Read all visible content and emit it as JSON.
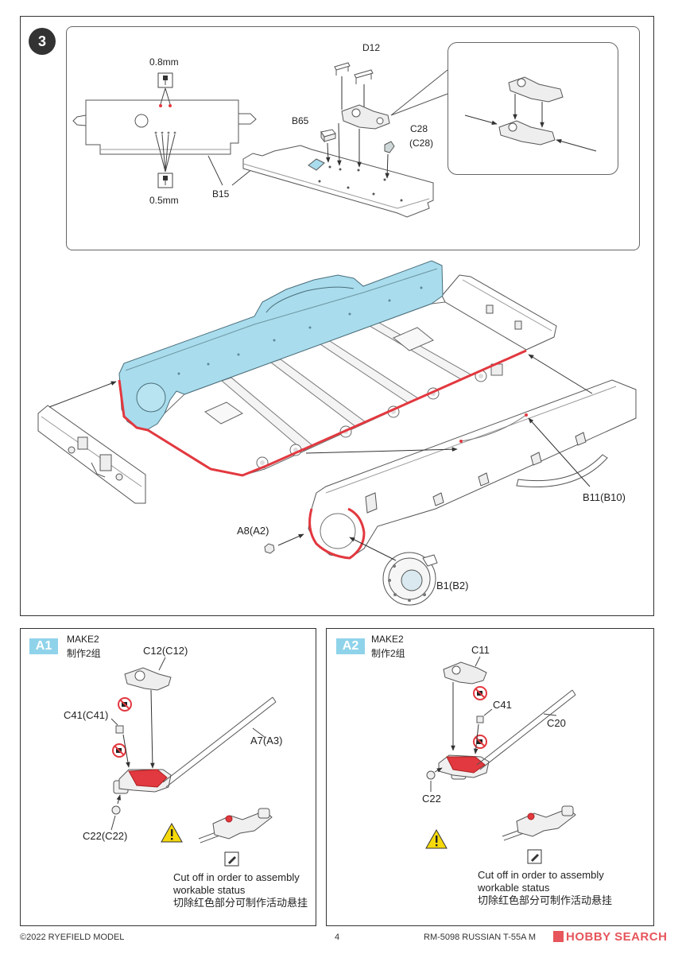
{
  "step3": {
    "number": "3",
    "labels": {
      "drill_top": "0.8mm",
      "drill_bottom": "0.5mm",
      "b15": "B15",
      "b65": "B65",
      "d12": "D12",
      "c28": "C28",
      "c28_alt": "(C28)",
      "b11": "B11(B10)",
      "a8": "A8(A2)",
      "b1": "B1(B2)"
    }
  },
  "sub_a1": {
    "badge": "A1",
    "make": "MAKE2",
    "make_cn": "制作2组",
    "parts": {
      "c12": "C12(C12)",
      "c41": "C41(C41)",
      "a7": "A7(A3)",
      "c22": "C22(C22)"
    },
    "note": {
      "line1": "Cut off in order to assembly",
      "line2": "workable status",
      "line3": "切除红色部分可制作活动悬挂"
    }
  },
  "sub_a2": {
    "badge": "A2",
    "make": "MAKE2",
    "make_cn": "制作2组",
    "parts": {
      "c11": "C11",
      "c41": "C41",
      "c20": "C20",
      "c22": "C22"
    },
    "note": {
      "line1": "Cut off in order to assembly",
      "line2": "workable status",
      "line3": "切除红色部分可制作活动悬挂"
    }
  },
  "footer": {
    "copyright": "©2022 RYEFIELD MODEL",
    "page": "4",
    "product": "RM-5098 RUSSIAN T-55A M",
    "watermark": "HOBBY SEARCH"
  },
  "icons": [
    "drill-icon",
    "no-cut-icon",
    "warning-icon",
    "pencil-icon",
    "arrow-icon"
  ],
  "colors": {
    "cut_red": "#e2383f",
    "highlight_blue": "#a9dcec",
    "badge_blue": "#8fd3ea",
    "warning_yellow": "#f5d90a",
    "step_badge": "#333333"
  }
}
